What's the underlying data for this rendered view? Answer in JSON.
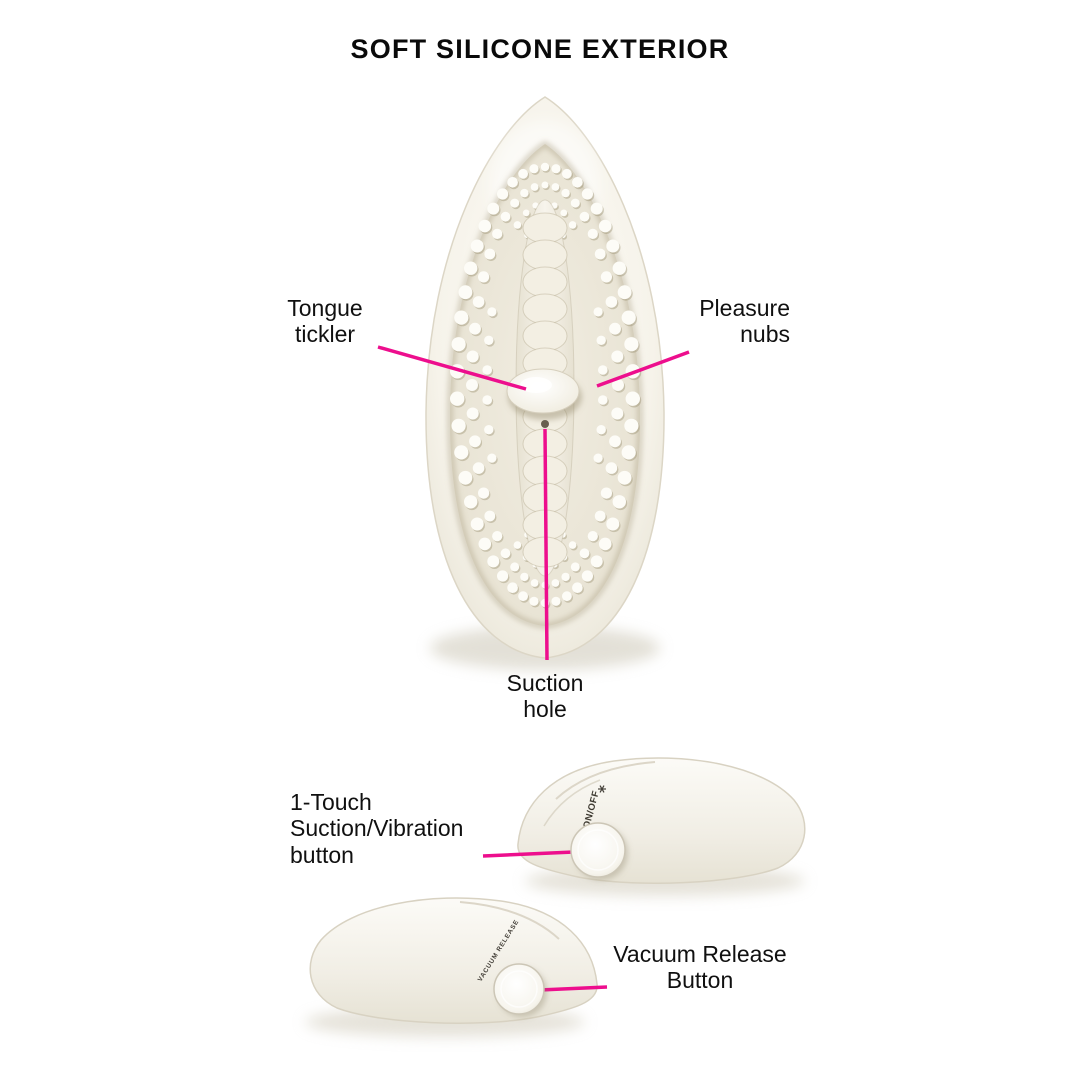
{
  "title": "SOFT SILICONE EXTERIOR",
  "colors": {
    "accent": "#ed0e8d",
    "text": "#0a0a0a"
  },
  "callouts": {
    "tongue_tickler": "Tongue\ntickler",
    "pleasure_nubs": "Pleasure\nnubs",
    "suction_hole": "Suction\nhole",
    "one_touch_button": "1-Touch\nSuction/Vibration\nbutton",
    "vacuum_release_button": "Vacuum Release\nButton"
  },
  "device_markings": {
    "power_button": "ON/OFF",
    "vacuum_button": "VACUUM RELEASE"
  }
}
